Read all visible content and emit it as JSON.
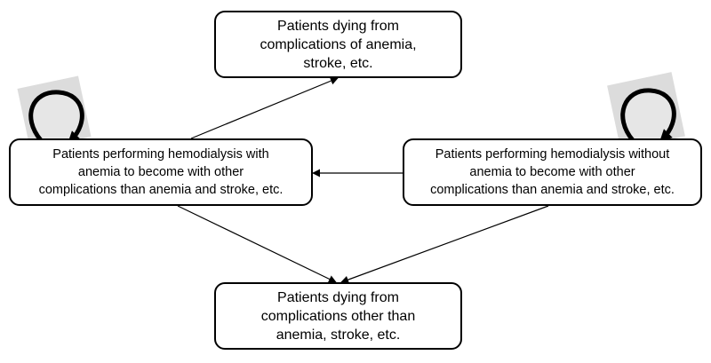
{
  "diagram": {
    "nodes": {
      "top": {
        "label": "Patients dying from\ncomplications of anemia,\nstroke, etc."
      },
      "left": {
        "label": "Patients performing  hemodialysis with\nanemia to become with other\ncomplications than anemia and stroke, etc."
      },
      "right": {
        "label": "Patients performing  hemodialysis without\nanemia to become with other\ncomplications than anemia and stroke, etc."
      },
      "bottom": {
        "label": "Patients dying from\ncomplications other than\nanemia, stroke, etc."
      }
    },
    "edges": [
      {
        "from": "left",
        "to": "top"
      },
      {
        "from": "right",
        "to": "left"
      },
      {
        "from": "left",
        "to": "bottom"
      },
      {
        "from": "right",
        "to": "bottom"
      },
      {
        "from": "left",
        "to": "left",
        "kind": "self-loop"
      },
      {
        "from": "right",
        "to": "right",
        "kind": "self-loop"
      }
    ],
    "colors": {
      "stroke": "#000000",
      "node_fill": "#ffffff",
      "loop_fill": "#e6e6e6",
      "loop_shadow": "#dcdcdc"
    }
  }
}
